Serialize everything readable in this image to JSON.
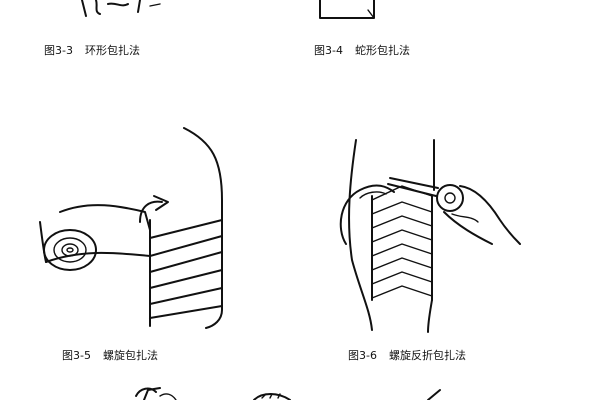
{
  "figures": [
    {
      "number": "图3-3",
      "title": "环形包扎法"
    },
    {
      "number": "图3-4",
      "title": "蛇形包扎法"
    },
    {
      "number": "图3-5",
      "title": "螺旋包扎法"
    },
    {
      "number": "图3-6",
      "title": "螺旋反折包扎法"
    }
  ]
}
